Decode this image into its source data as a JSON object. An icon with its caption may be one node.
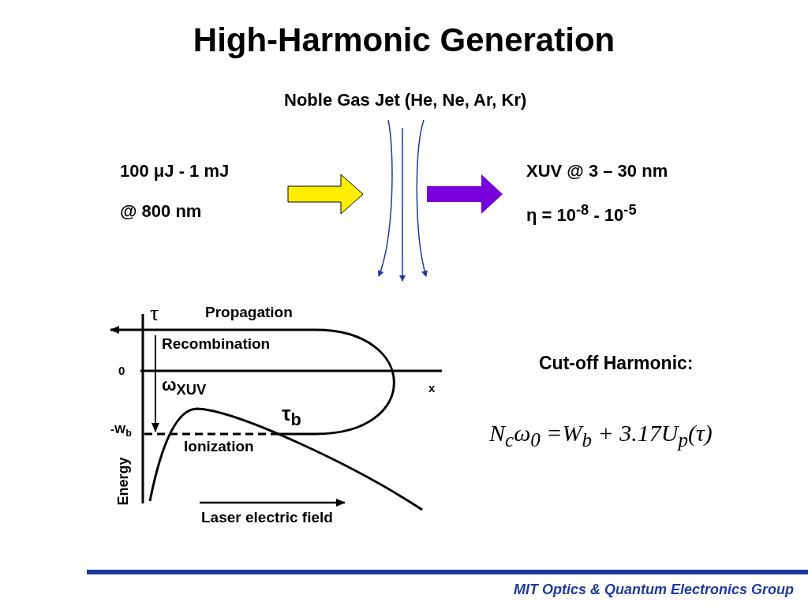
{
  "diagram": {
    "title": "High-Harmonic Generation",
    "labels": [
      "Noble Gas Jet (He, Ne, Ar, Kr)",
      "100 μJ -  1 mJ",
      "@ 800 nm",
      "XUV @ 3 – 30 nm",
      "η = 10$^{-8}$  -  10$^{-5}$",
      "τ",
      "Propagation",
      "Recombination",
      "0",
      "Cut-off Harmonic:",
      "ω$_{XUV}$",
      "x",
      "τ$_{b}$",
      "-W$_{b}$",
      "N$_{c}$ω$_{0}$ =W$_{b}$ + 3.17U$_{p}$(τ)",
      "Ionization",
      "Energy",
      "Laser electric field",
      "MIT Optics & Quantum Electronics Group"
    ]
  }
}
